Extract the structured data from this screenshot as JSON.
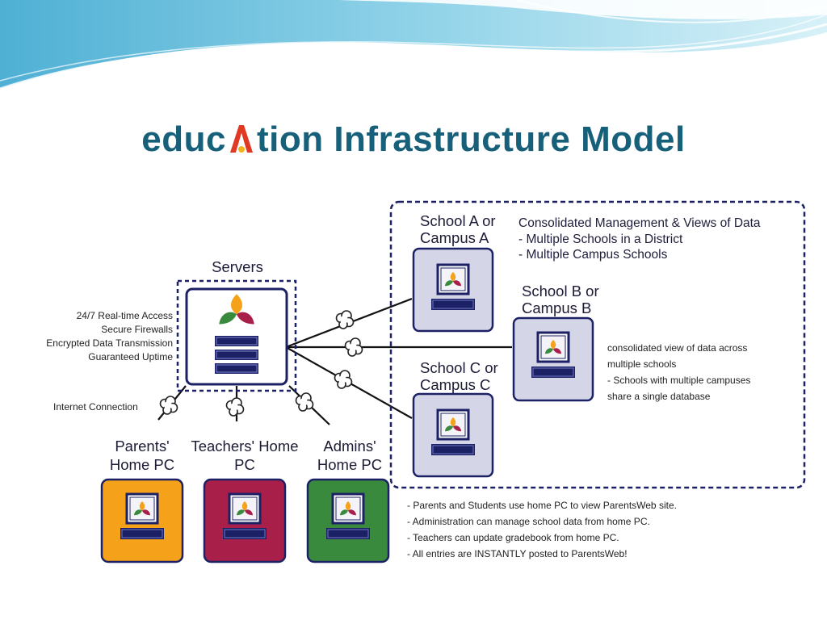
{
  "title": {
    "part1": "educ",
    "part2": "tion Infrastructure Model"
  },
  "servers": {
    "label": "Servers",
    "features": [
      "24/7 Real-time Access",
      "Secure Firewalls",
      "Encrypted Data Transmission",
      "Guaranteed Uptime"
    ],
    "internet_label": "Internet Connection"
  },
  "home_pcs": [
    {
      "label_line1": "Parents'",
      "label_line2": "Home PC",
      "color": "#f5a21a"
    },
    {
      "label_line1": "Teachers' Home",
      "label_line2": "PC",
      "color": "#a8204a"
    },
    {
      "label_line1": "Admins'",
      "label_line2": "Home PC",
      "color": "#3a8a3e"
    }
  ],
  "schools": {
    "a": {
      "line1": "School A or",
      "line2": "Campus A"
    },
    "b": {
      "line1": "School B or",
      "line2": "Campus B"
    },
    "c": {
      "line1": "School C or",
      "line2": "Campus C"
    }
  },
  "consolidated": {
    "heading": "Consolidated Management & Views of Data",
    "items": [
      "- Multiple Schools in a District",
      "- Multiple Campus Schools"
    ]
  },
  "campus_b_notes": [
    "consolidated view of data across",
    "multiple schools",
    "- Schools with multiple campuses",
    "share a single database"
  ],
  "home_notes": [
    "- Parents and Students use home PC to view ParentsWeb site.",
    "- Administration can manage school data from home PC.",
    "- Teachers can update gradebook from home PC.",
    "- All entries are INSTANTLY posted to ParentsWeb!"
  ],
  "colors": {
    "title": "#17607a",
    "navy": "#1c2166",
    "school_fill": "#d5d5e8",
    "banner_light": "#bfe6f2",
    "banner_mid": "#5ab7d6"
  }
}
